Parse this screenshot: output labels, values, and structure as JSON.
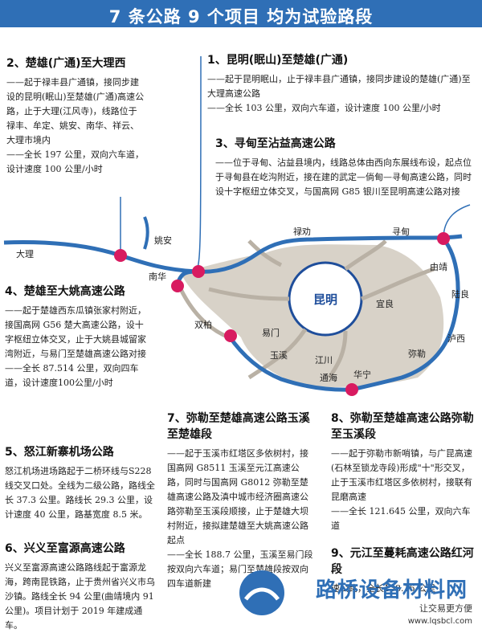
{
  "title": "7 条公路 9 个项目  均为试验路段",
  "colors": {
    "banner": "#2f6fb6",
    "road": "#2f6fb6",
    "station": "#d81b60",
    "area": "#d8d2c8",
    "kunming_fill": "#ffffff"
  },
  "projects": [
    {
      "id": "p1",
      "heading": "1、昆明(眠山)至楚雄(广通)",
      "body": "——起于昆明眠山，止于禄丰县广通镇，接同步建设的楚雄(广通)至大理高速公路",
      "note": "——全长 103 公里，双向六车道，设计速度 100 公里/小时"
    },
    {
      "id": "p2",
      "heading": "2、楚雄(广通)至大理西",
      "body": "——起于禄丰县广通镇，接同步建设的昆明(眠山)至楚雄(广通)高速公路，止于大理(江风寺)，线路位于禄丰、牟定、姚安、南华、祥云、大理市境内",
      "note": "——全长 197 公里，双向六车道，设计速度 100 公里/小时"
    },
    {
      "id": "p3",
      "heading": "3、寻甸至沾益高速公路",
      "body": "——位于寻甸、沾益县境内，线路总体由西向东展线布设，起点位于寻甸县在屹沟附近，接在建的武定—倘甸—寻甸高速公路，同时设十字枢纽立体交叉，与国高网 G85 银川至昆明高速公路对接",
      "note": ""
    },
    {
      "id": "p4",
      "heading": "4、楚雄至大姚高速公路",
      "body": "——起于楚雄西东瓜镇张家村附近，接国高网 G56 楚大高速公路，设十字枢纽立体交叉，止于大姚县城留家湾附近，与易门至楚雄高速公路对接",
      "note": "——全长 87.514 公里，双向四车道，设计速度100公里/小时"
    },
    {
      "id": "p5",
      "heading": "5、怒江新寨机场公路",
      "body": "怒江机场进场路起于二桥环线与S228线交叉口处。全线为二级公路，路线全长 37.3 公里。路线长 29.3 公里，设计速度 40 公里，路基宽度 8.5 米。",
      "note": ""
    },
    {
      "id": "p6",
      "heading": "6、兴义至富源高速公路",
      "body": "兴义至富源高速公路路线起于富源龙海，跨南昆铁路，止于贵州省兴义市乌沙镇。路线全长 94 公里(曲靖境内 91 公里)。项目计划于 2019 年建成通车。",
      "note": ""
    },
    {
      "id": "p7",
      "heading": "7、弥勒至楚雄高速公路玉溪至楚雄段",
      "body": "——起于玉溪市红塔区多依树村，接国高网 G8511 玉溪至元江高速公路，同时与国高网 G8012 弥勒至楚雄高速公路及滇中城市经济圈高速公路弥勒至玉溪段顺接，止于楚雄大坝村附近，接拟建楚雄至大姚高速公路起点",
      "note": "——全长 188.7 公里，玉溪至易门段按双向六车道；易门至楚雄段按双向四车道新建"
    },
    {
      "id": "p8",
      "heading": "8、弥勒至楚雄高速公路弥勒至玉溪段",
      "body": "——起于弥勒市新哨镇，与广昆高速(石林至锁龙寺段)形成\"十\"形交叉，止于玉溪市红塔区多依树村，接联有昆磨高速",
      "note": "——全长 121.645 公里，双向六车道"
    },
    {
      "id": "p9",
      "heading": "9、元江至蔓耗高速公路红河段",
      "body": "速公路，全长138.16 公里",
      "note": ""
    }
  ],
  "map_labels": {
    "center": "昆明",
    "cities": [
      "大理",
      "姚安",
      "南华",
      "禄劝",
      "寻甸",
      "由靖",
      "陆良",
      "宜良",
      "双柏",
      "易门",
      "玉溪",
      "江川",
      "通海",
      "华宁",
      "弥勒",
      "泸西"
    ]
  },
  "watermark": {
    "name": "路桥设备材料网",
    "slogan": "让交易更方便",
    "url": "www.lqsbcl.com"
  }
}
